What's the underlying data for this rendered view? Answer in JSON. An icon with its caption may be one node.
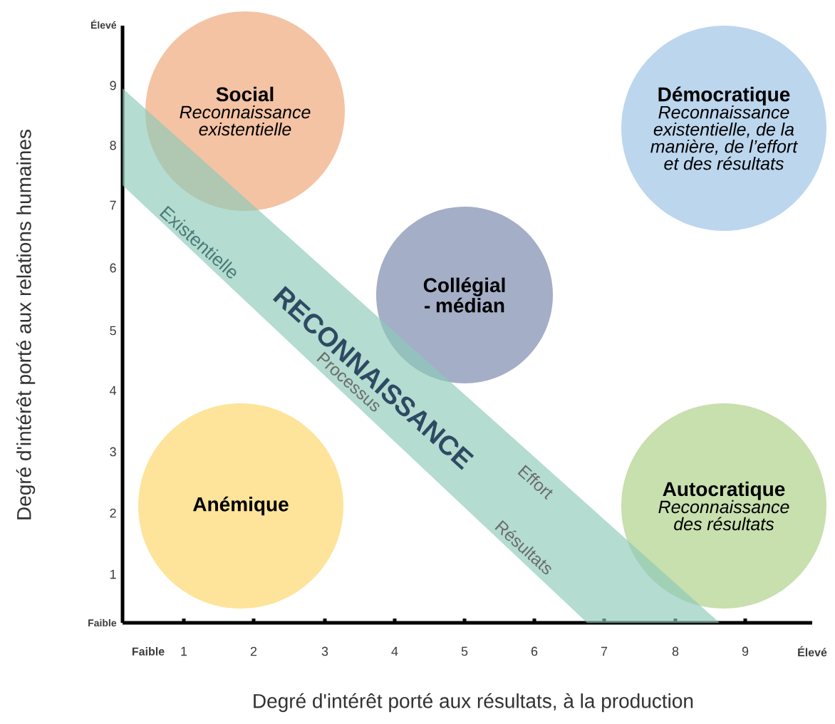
{
  "diagram": {
    "nodes": [
      {
        "text": [
          "Social",
          "Reconnaissance existentielle"
        ]
      },
      {
        "text": [
          "Démocratique",
          "Reconnaissance existentielle, de la manière, de l’effort et des résultats"
        ]
      },
      {
        "text": [
          "Collégial - médian"
        ]
      },
      {
        "text": [
          "Anémique"
        ]
      },
      {
        "text": [
          "Autocratique",
          "Reconnaissance des résultats"
        ]
      },
      {
        "text": [
          "RECONNAISSANCE",
          "Existentielle",
          "Effort",
          "Processus",
          "Résultats"
        ]
      }
    ],
    "labels": [
      "Élevé",
      "9",
      "8",
      "7",
      "6",
      "5",
      "4",
      "3",
      "2",
      "1",
      "Faible",
      "Faible",
      "1",
      "2",
      "3",
      "4",
      "5",
      "6",
      "7",
      "8",
      "9",
      "Élevé",
      "Degré d'intérêt porté aux relations humaines",
      "Degré d'intérêt porté aux résultats, à la production"
    ]
  }
}
